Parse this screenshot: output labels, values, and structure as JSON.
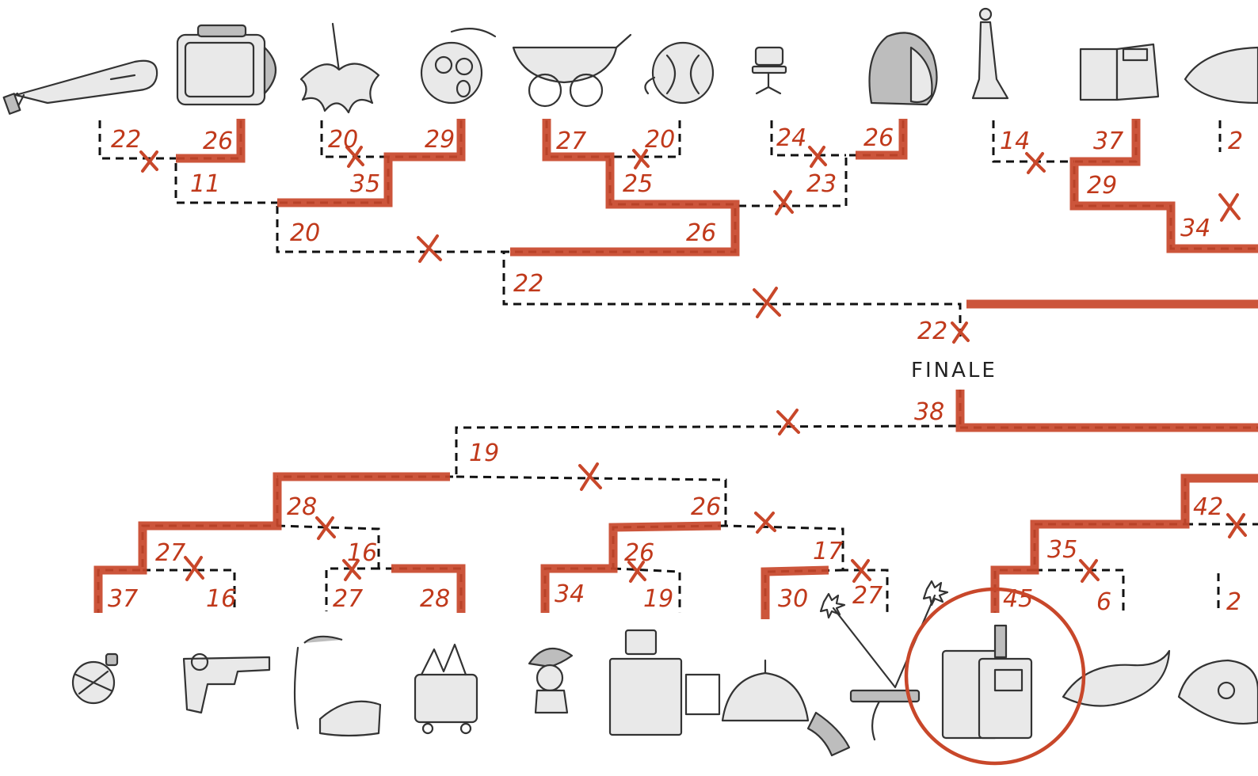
{
  "center_label": "FINALE",
  "top_half": {
    "round1": [
      {
        "left_score": "22",
        "right_score": "26"
      },
      {
        "left_score": "20",
        "right_score": "29"
      },
      {
        "left_score": "27",
        "right_score": "20"
      },
      {
        "left_score": "24",
        "right_score": "26"
      },
      {
        "left_score": "14",
        "right_score": "37"
      }
    ],
    "round2": [
      {
        "left_score": "11",
        "right_score": "35"
      },
      {
        "left_score": "25",
        "right_score": "23"
      },
      {
        "left_score": "29",
        "right_score": "34"
      }
    ],
    "round3": [
      {
        "left_score": "20",
        "right_score": "26"
      }
    ],
    "semifinal_score": "22",
    "finale_score": "22"
  },
  "bottom_half": {
    "round1": [
      {
        "left_score": "37",
        "right_score": "16"
      },
      {
        "left_score": "27",
        "right_score": "28"
      },
      {
        "left_score": "34",
        "right_score": "19"
      },
      {
        "left_score": "30",
        "right_score": "27"
      },
      {
        "left_score": "45",
        "right_score": "6"
      }
    ],
    "round2": [
      {
        "left_score": "27",
        "right_score": "16"
      },
      {
        "left_score": "26",
        "right_score": "17"
      },
      {
        "left_score": "35",
        "right_score": "42"
      }
    ],
    "round3": [
      {
        "left_score": "28",
        "right_score": "26"
      }
    ],
    "semifinal_score": "19",
    "finale_score": "38"
  },
  "partial_scores": {
    "top_right_edge": "2",
    "bottom_right_edge": "2"
  },
  "top_items": [
    "hair-trimmer-icon",
    "crt-television-icon",
    "feather-duster-icon",
    "cartoon-head-icon",
    "stroller-icon",
    "lamp-bulb-icon",
    "swivel-chair-icon",
    "curly-wig-head-icon",
    "dress-figurine-icon",
    "paper-bag-icon",
    "capsule-gadget-icon"
  ],
  "bottom_items": [
    "potion-bottle-icon",
    "ray-gun-icon",
    "tree-stump-vine-icon",
    "mini-robot-cart-icon",
    "smurf-character-icon",
    "computer-cabinet-icon",
    "dome-rover-icon",
    "spring-launcher-icon",
    "arcade-machine-icon",
    "whale-airship-icon",
    "round-submarine-icon"
  ],
  "colors": {
    "winner_path": "#c8472a",
    "score_text": "#c0391b",
    "bracket_line": "#111111",
    "circle_highlight": "#c8472a"
  }
}
